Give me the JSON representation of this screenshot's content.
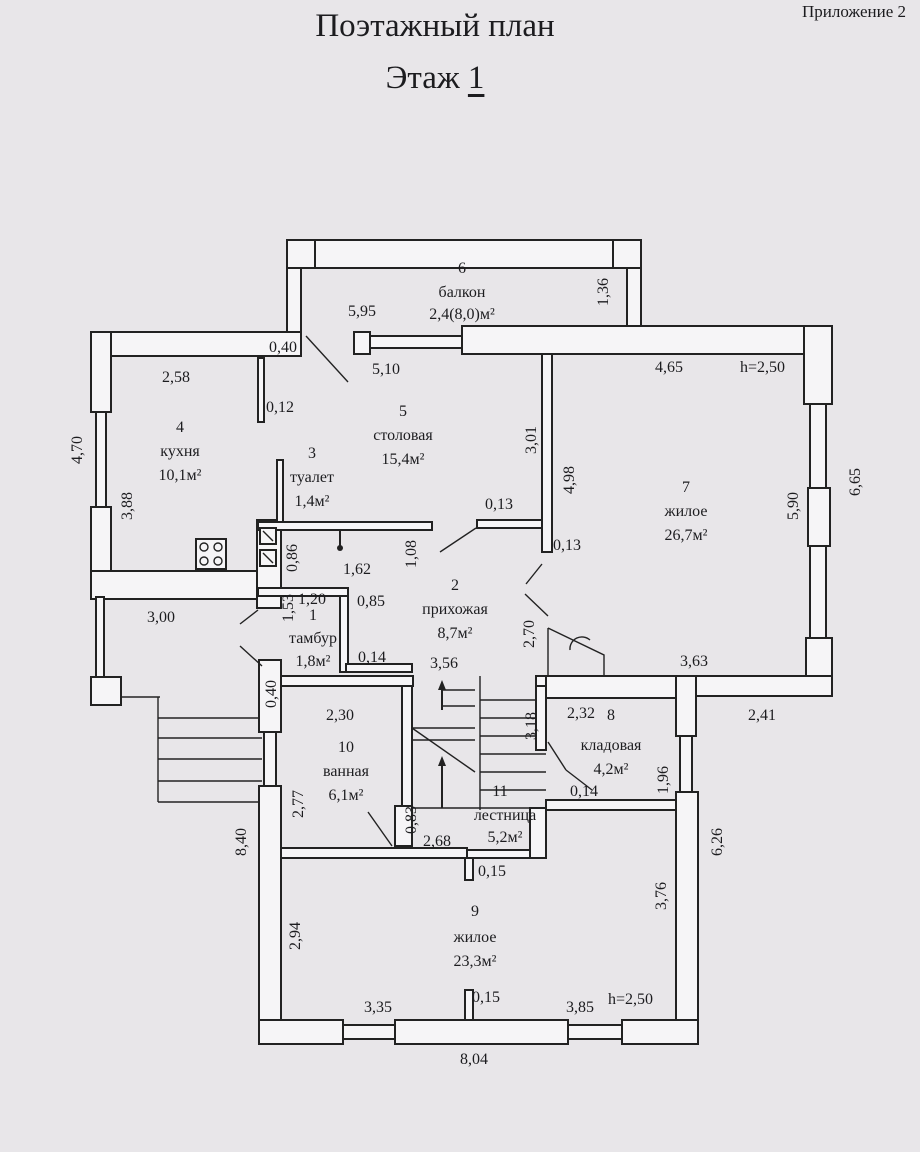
{
  "header": {
    "appendix": "Приложение 2",
    "title": "Поэтажный план",
    "floor_prefix": "Этаж",
    "floor_number": "1"
  },
  "rooms": {
    "vestibule": {
      "number": "1",
      "name": "тамбур",
      "area": "1,8м²"
    },
    "hall": {
      "number": "2",
      "name": "прихожая",
      "area": "8,7м²"
    },
    "toilet": {
      "number": "3",
      "name": "туалет",
      "area": "1,4м²"
    },
    "kitchen": {
      "number": "4",
      "name": "кухня",
      "area": "10,1м²"
    },
    "dining": {
      "number": "5",
      "name": "столовая",
      "area": "15,4м²"
    },
    "balcony": {
      "number": "6",
      "name": "балкон",
      "area": "2,4(8,0)м²"
    },
    "living7": {
      "number": "7",
      "name": "жилое",
      "area": "26,7м²"
    },
    "pantry": {
      "number": "8",
      "name": "кладовая",
      "area": "4,2м²"
    },
    "living9": {
      "number": "9",
      "name": "жилое",
      "area": "23,3м²"
    },
    "bath": {
      "number": "10",
      "name": "ванная",
      "area": "6,1м²"
    },
    "stairs": {
      "number": "11",
      "name": "лестница",
      "area": "5,2м²"
    }
  },
  "dims": {
    "d595": "5,95",
    "d040": "0,40",
    "d510": "5,10",
    "d258": "2,58",
    "d012": "0,12",
    "d465": "4,65",
    "h1": "h=2,50",
    "d013a": "0,13",
    "d013b": "0,13",
    "d162": "1,62",
    "d300": "3,00",
    "d120": "1,20",
    "d085": "0,85",
    "d014a": "0,14",
    "d356": "3,56",
    "d363": "3,63",
    "d230": "2,30",
    "d232": "2,32",
    "d241": "2,41",
    "d014b": "0,14",
    "d268": "2,68",
    "d015a": "0,15",
    "d015b": "0,15",
    "d335": "3,35",
    "d385": "3,85",
    "h2": "h=2,50",
    "d804": "8,04",
    "d136": "1,36",
    "d470": "4,70",
    "d388": "3,88",
    "d301": "3,01",
    "d498": "4,98",
    "d590": "5,90",
    "d665": "6,65",
    "d086": "0,86",
    "d108": "1,08",
    "d153": "1,53",
    "d270": "2,70",
    "d040b": "0,40",
    "d318": "3,18",
    "d196": "1,96",
    "d277": "2,77",
    "d083": "0,83",
    "d840": "8,40",
    "d626": "6,26",
    "d376": "3,76",
    "d294": "2,94"
  }
}
